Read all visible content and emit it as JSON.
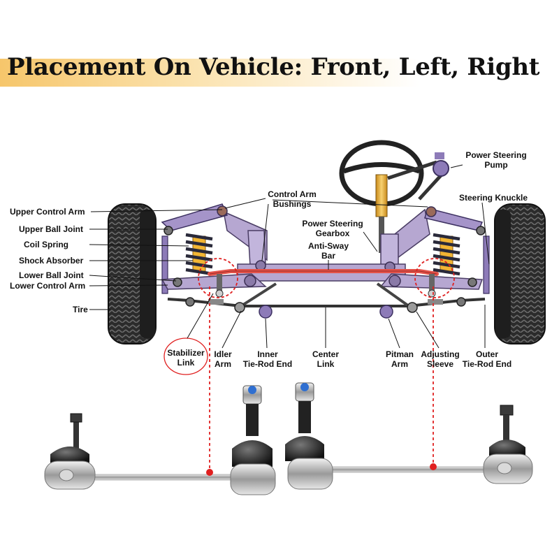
{
  "title": "Placement On Vehicle: Front, Left, Right",
  "labels": {
    "upper_control_arm": "Upper Control Arm",
    "upper_ball_joint": "Upper Ball Joint",
    "coil_spring": "Coil Spring",
    "shock_absorber": "Shock Absorber",
    "lower_ball_joint": "Lower Ball Joint",
    "lower_control_arm": "Lower Control Arm",
    "tire": "Tire",
    "control_arm_bushings_1": "Control Arm",
    "control_arm_bushings_2": "Bushings",
    "power_steering_gearbox_1": "Power Steering",
    "power_steering_gearbox_2": "Gearbox",
    "anti_sway_bar_1": "Anti-Sway",
    "anti_sway_bar_2": "Bar",
    "power_steering_pump_1": "Power Steering",
    "power_steering_pump_2": "Pump",
    "steering_knuckle": "Steering Knuckle",
    "stabilizer_link_1": "Stabilizer",
    "stabilizer_link_2": "Link",
    "idler_arm_1": "Idler",
    "idler_arm_2": "Arm",
    "inner_tie_rod_end_1": "Inner",
    "inner_tie_rod_end_2": "Tie-Rod End",
    "center_link_1": "Center",
    "center_link_2": "Link",
    "pitman_arm_1": "Pitman",
    "pitman_arm_2": "Arm",
    "adjusting_sleeve_1": "Adjusting",
    "adjusting_sleeve_2": "Sleeve",
    "outer_tie_rod_end_1": "Outer",
    "outer_tie_rod_end_2": "Tie-Rod End"
  },
  "colors": {
    "frame": "#b6a7d1",
    "frame_stroke": "#4a3d64",
    "anti_sway_bar": "#e4534a",
    "spring": "#2a2a3a",
    "shock": "#f2b533",
    "highlight": "#e02020",
    "tire": "#2b2b2b"
  }
}
